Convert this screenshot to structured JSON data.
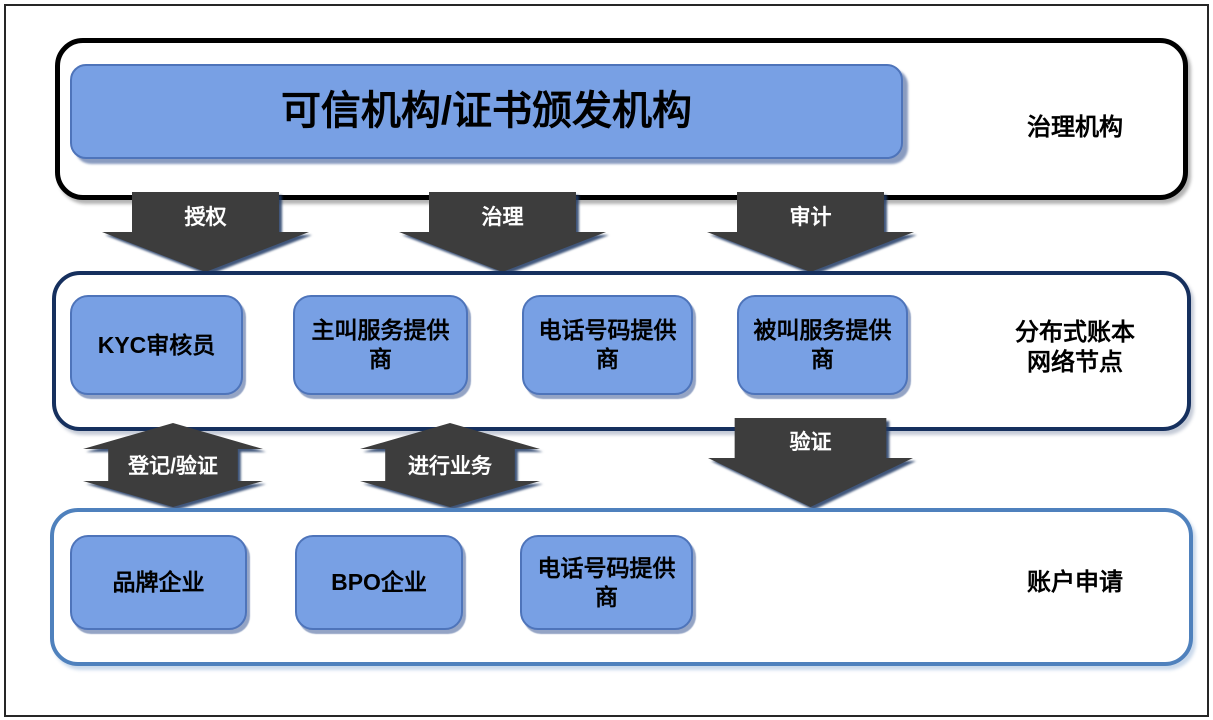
{
  "diagram": {
    "tiers": {
      "governance": {
        "side_label": "治理机构",
        "node": "可信机构/证书颁发机构"
      },
      "ledger": {
        "side_label": "分布式账本\n网络节点",
        "nodes": [
          "KYC审核员",
          "主叫服务提供商",
          "电话号码提供商",
          "被叫服务提供商"
        ]
      },
      "account": {
        "side_label": "账户申请",
        "nodes": [
          "品牌企业",
          "BPO企业",
          "电话号码提供商"
        ]
      }
    },
    "arrows": {
      "top_row": [
        {
          "label": "授权",
          "direction": "down"
        },
        {
          "label": "治理",
          "direction": "down"
        },
        {
          "label": "审计",
          "direction": "down"
        }
      ],
      "bottom_row": [
        {
          "label": "登记/验证",
          "direction": "both"
        },
        {
          "label": "进行业务",
          "direction": "both"
        },
        {
          "label": "验证",
          "direction": "down"
        }
      ]
    },
    "colors": {
      "node_fill": "#78a0e4",
      "node_edge": "#4e74ba",
      "governance_border": "#000000",
      "ledger_border": "#16305e",
      "account_border": "#4f81bd",
      "arrow_fill": "#3d3d3d",
      "arrow_shadow": "#1f3864",
      "text": "#000000",
      "arrow_text": "#ffffff"
    }
  }
}
